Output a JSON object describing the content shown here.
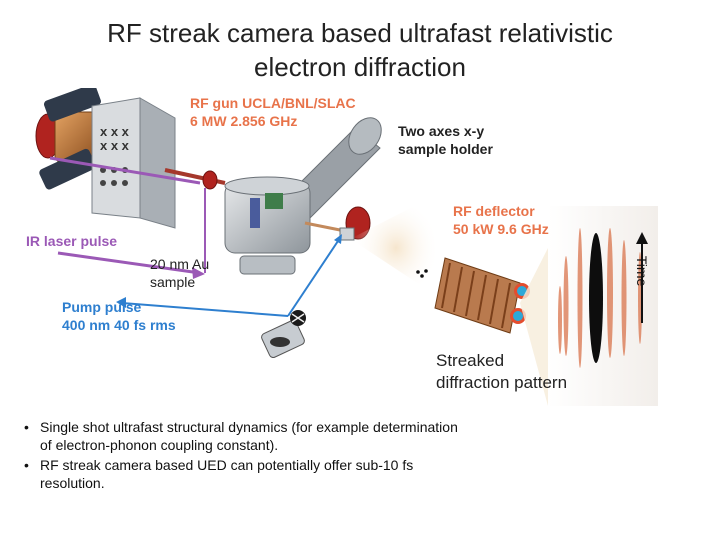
{
  "title_line1": "RF streak camera based ultrafast relativistic",
  "title_line2": "electron diffraction",
  "labels": {
    "rf_gun_line1": "RF gun UCLA/BNL/SLAC",
    "rf_gun_line2": "6 MW 2.856 GHz",
    "sample_holder_line1": "Two axes x-y",
    "sample_holder_line2": "sample holder",
    "ir_laser": "IR laser pulse",
    "rf_deflector_line1": "RF deflector",
    "rf_deflector_line2": "50 kW 9.6 GHz",
    "sample_line1": "20 nm Au",
    "sample_line2": "sample",
    "pump_line1": "Pump pulse",
    "pump_line2": "400 nm 40 fs rms",
    "time": "Time",
    "streaked_line1": "Streaked",
    "streaked_line2": "diffraction pattern"
  },
  "colors": {
    "rf_label": "#e8734a",
    "sample_holder_label": "#222222",
    "ir_label": "#9b59b6",
    "rf_deflector_label": "#e8734a",
    "pump_label": "#2e7fcf",
    "ir_beam": "#9b59b6",
    "pump_beam": "#2e7fcf"
  },
  "bullet_marker": "•",
  "bullets": [
    "Single shot ultrafast structural dynamics (for example determination of electron-phonon coupling constant).",
    "RF streak camera based UED can potentially offer sub-10 fs resolution."
  ]
}
